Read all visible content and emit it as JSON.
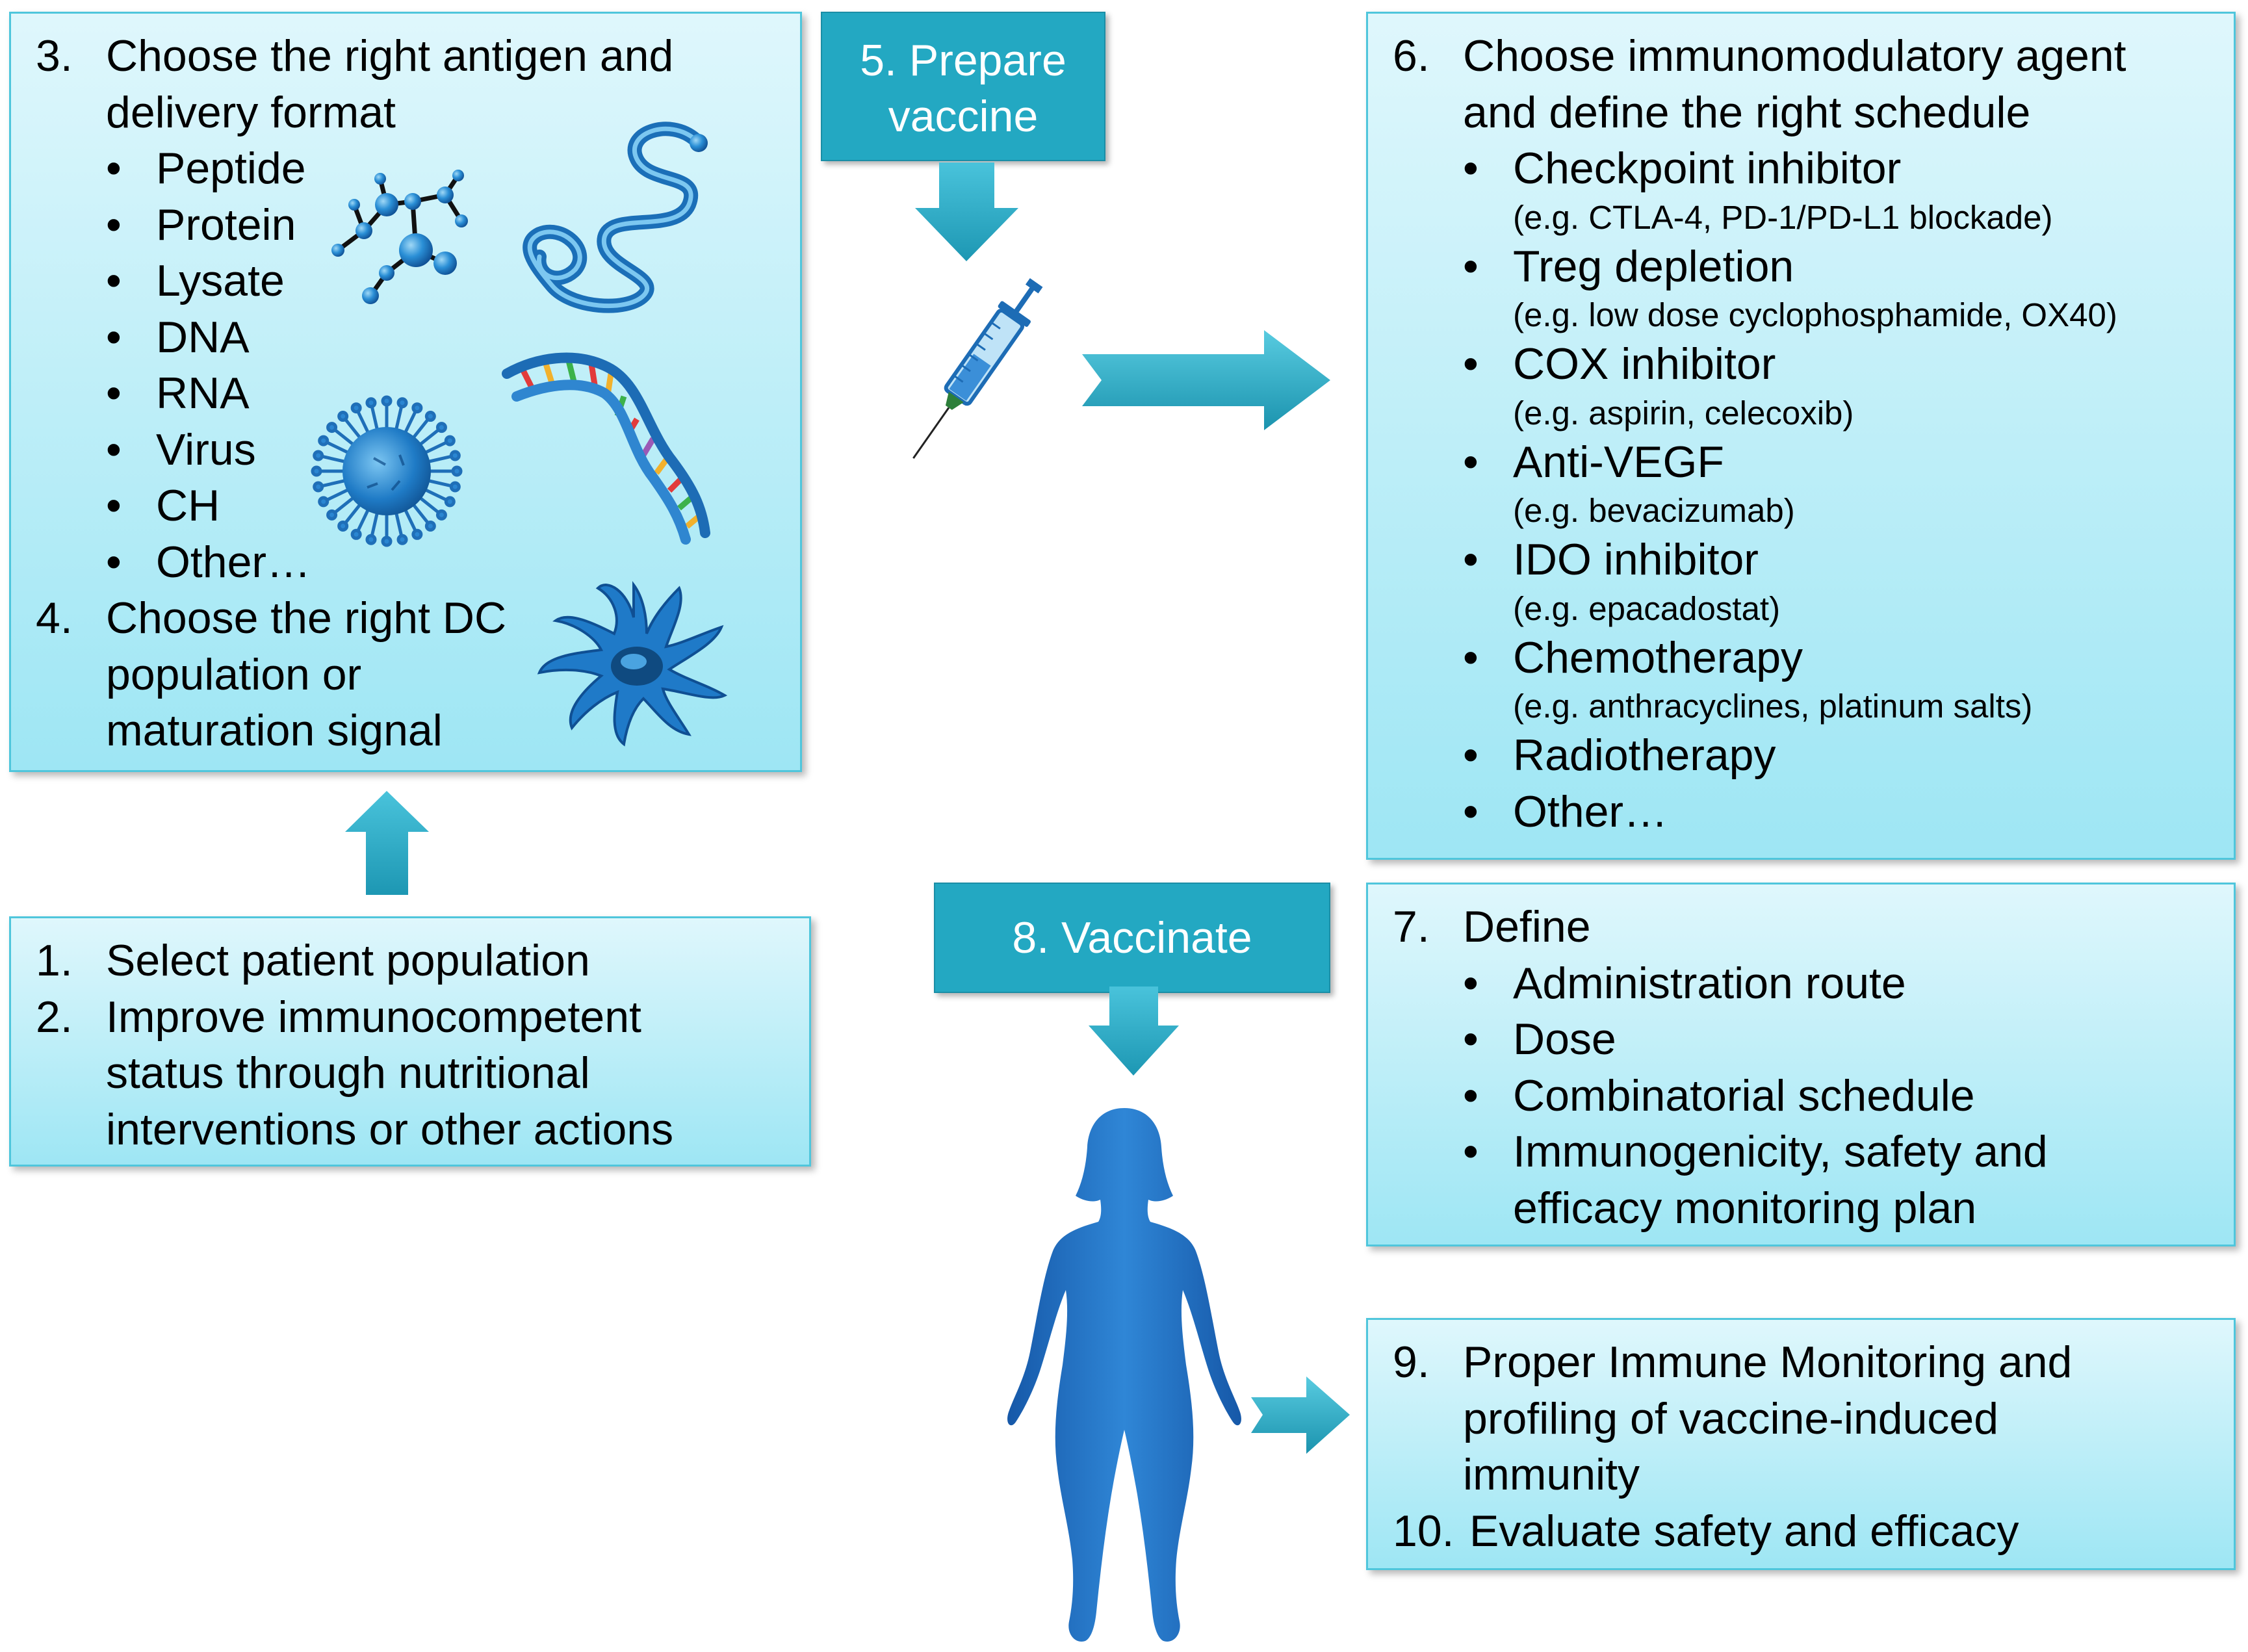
{
  "box_3_4": {
    "step3": {
      "num": "3.",
      "lines": [
        "Choose the right antigen and",
        "delivery format"
      ]
    },
    "antigens": [
      "Peptide",
      "Protein",
      "Lysate",
      "DNA",
      "RNA",
      "Virus",
      "CH",
      "Other…"
    ],
    "step4": {
      "num": "4.",
      "lines": [
        "Choose the right DC",
        "population or",
        "maturation signal"
      ]
    }
  },
  "box_1_2": {
    "step1": {
      "num": "1.",
      "lines": [
        "Select patient population"
      ]
    },
    "step2": {
      "num": "2.",
      "lines": [
        "Improve immunocompetent",
        "status through nutritional",
        "interventions or other actions"
      ]
    }
  },
  "label_5": {
    "lines": [
      "5. Prepare",
      "vaccine"
    ]
  },
  "label_8": {
    "text": "8. Vaccinate"
  },
  "box_6": {
    "num": "6.",
    "lines": [
      "Choose immunomodulatory agent",
      "and define the right schedule"
    ],
    "items": [
      {
        "name": "Checkpoint inhibitor",
        "example": "(e.g. CTLA-4, PD-1/PD-L1 blockade)"
      },
      {
        "name": "Treg depletion",
        "example": "(e.g. low dose cyclophosphamide, OX40)"
      },
      {
        "name": "COX inhibitor",
        "example": "(e.g. aspirin, celecoxib)"
      },
      {
        "name": "Anti-VEGF",
        "example": "(e.g. bevacizumab)"
      },
      {
        "name": "IDO inhibitor",
        "example": "(e.g. epacadostat)"
      },
      {
        "name": "Chemotherapy",
        "example": "(e.g. anthracyclines, platinum salts)"
      },
      {
        "name": "Radiotherapy",
        "example": ""
      },
      {
        "name": "Other…",
        "example": ""
      }
    ]
  },
  "box_7": {
    "num": "7.",
    "title": "Define",
    "items": [
      "Administration route",
      "Dose",
      "Combinatorial schedule",
      "Immunogenicity, safety and",
      "efficacy monitoring plan"
    ]
  },
  "box_9_10": {
    "step9": {
      "num": "9.",
      "lines": [
        "Proper Immune Monitoring and",
        "profiling of vaccine-induced",
        "immunity"
      ]
    },
    "step10": {
      "num": "10.",
      "text": "Evaluate safety and efficacy"
    }
  },
  "bullet_char": "•",
  "colors": {
    "box_border": "#4fc6dc",
    "box_top": "#dff7fc",
    "box_bottom": "#9ee6f4",
    "label_fill": "#23a8c2",
    "arrow": "#23a8c2",
    "figure": "#1f6fbf"
  },
  "icons": [
    "molecule-icon",
    "protein-ribbon-icon",
    "dna-helix-icon",
    "virus-icon",
    "dendritic-cell-icon",
    "syringe-icon",
    "woman-silhouette-icon"
  ]
}
